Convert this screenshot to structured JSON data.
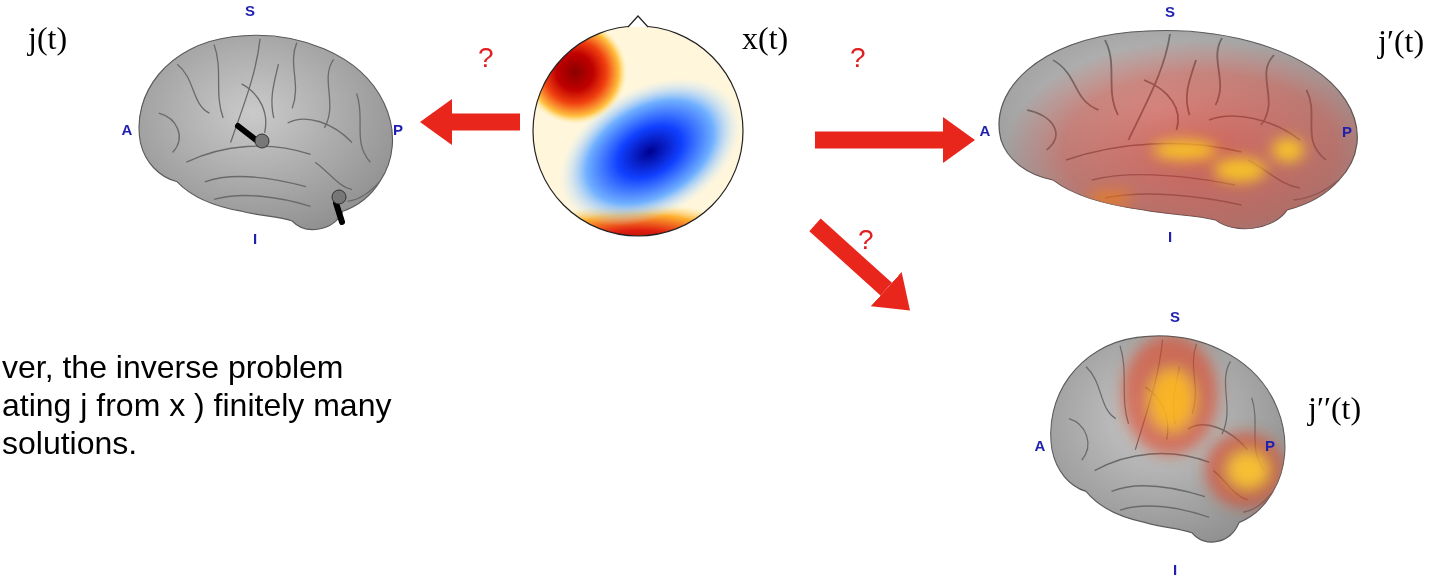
{
  "diagram": {
    "nodes": [
      {
        "text": [
          "j(t)",
          "S",
          "A",
          "P",
          "I"
        ]
      },
      {
        "text": [
          "x(t)"
        ]
      },
      {
        "text": [
          "j′(t)",
          "S",
          "A",
          "P",
          "I"
        ]
      },
      {
        "text": [
          "j′′(t)",
          "S",
          "A",
          "P",
          "I"
        ]
      }
    ],
    "edges": [
      {
        "from": 1,
        "to": 0,
        "arrow": "to",
        "label": "?"
      },
      {
        "from": 1,
        "to": 2,
        "arrow": "to",
        "label": "?"
      },
      {
        "from": 1,
        "to": 3,
        "arrow": "to",
        "label": "?"
      }
    ],
    "labels": [
      "ver, the inverse problem ating j from x ) finitely many solutions."
    ]
  }
}
